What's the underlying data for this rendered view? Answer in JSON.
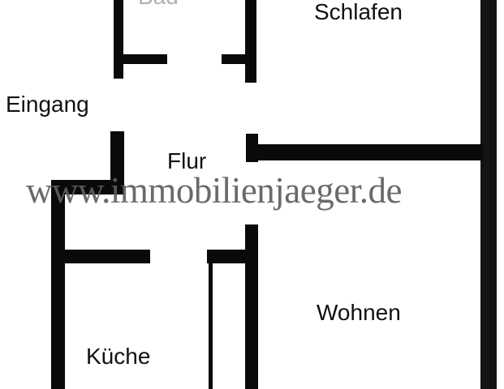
{
  "plan": {
    "rooms": {
      "bad": "Bad",
      "schlafen": "Schlafen",
      "eingang": "Eingang",
      "flur": "Flur",
      "kueche": "Küche",
      "wohnen": "Wohnen"
    },
    "watermark": "www.immobilienjaeger.de",
    "colors": {
      "wall": "#0a0a0a",
      "background": "#ffffff",
      "watermark": "#5e5e5e"
    }
  }
}
